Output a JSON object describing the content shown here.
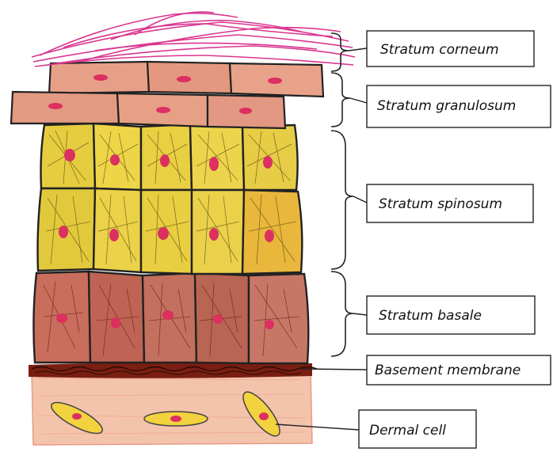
{
  "labels": {
    "corneum": "Stratum  corneum",
    "granulosum": "Stratum granulosum",
    "spinosum": "Stratum spinosum",
    "basale": "Stratum basale",
    "basement": "Basement membrane",
    "dermal": "Dermal cell"
  },
  "colors": {
    "corneum": "#d9368f",
    "granular_cell": "#e59a83",
    "spinous_cell": "#e8cf43",
    "basal_cell": "#c86a5a",
    "membrane": "#7a1e12",
    "dermis": "#f2b9a1",
    "nucleus": "#dc3060",
    "dermal_cell": "#f1d13c"
  }
}
